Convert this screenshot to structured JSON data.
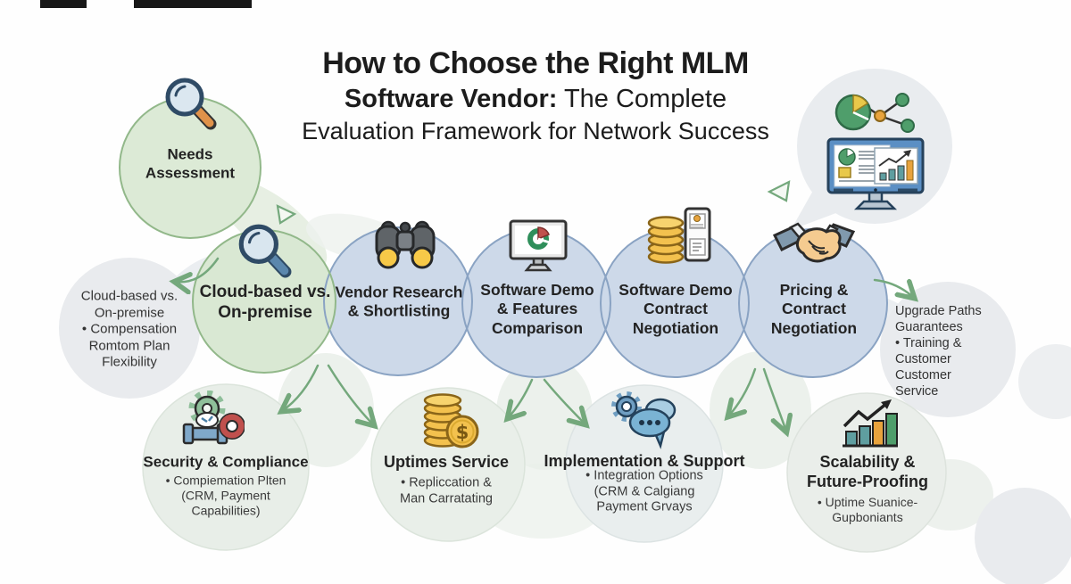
{
  "title": {
    "line1": "How to Choose the Right MLM",
    "line2_bold": "Software Vendor:",
    "line2_rest": " The Complete",
    "line3": "Evaluation Framework for Network Success"
  },
  "stages": {
    "needs": {
      "label": "Needs\nAssessment",
      "icon": "magnifying-glass"
    },
    "cloud": {
      "label": "Cloud-based vs.\nOn-premise",
      "icon": "magnifying-glass"
    },
    "vendor": {
      "label": "Vendor Research\n& Shortlisting",
      "icon": "binoculars"
    },
    "demo": {
      "label": "Software Demo\n& Features\nComparison",
      "icon": "monitor-donut-chart"
    },
    "contract": {
      "label": "Software Demo\nContract\nNegotiation",
      "icon": "coin-stack-phone"
    },
    "pricing": {
      "label": "Pricing &\nContract\nNegotiation",
      "icon": "handshake"
    }
  },
  "side_notes": {
    "left": {
      "text": "Cloud-based vs.\nOn-premise\n• Compensation\nRomtom Plan\nFlexibility"
    },
    "right": {
      "text": "Upgrade Paths\nGuarantees\n• Training &\nCustomer\nCustomer\nService"
    },
    "top_right_icon": "analytics-dashboard"
  },
  "criteria": {
    "security": {
      "title": "Security & Compliance",
      "detail": "• Compiemation Plten\n(CRM, Payment\nCapabilities)",
      "icon": "gears-tools"
    },
    "uptime": {
      "title": "Uptimes Service",
      "detail": "• Repliccation &\nMan Carratating",
      "icon": "coin-stack-dollar"
    },
    "implementation": {
      "title": "Implementation & Support",
      "detail": "• Integration Options\n(CRM & Calgiang\nPayment Grvays",
      "icon": "gear-chat-bubbles"
    },
    "scalability": {
      "title": "Scalability &\nFuture-Proofing",
      "detail": "• Uptime Suanice-\nGupboniants",
      "icon": "growth-bar-chart"
    }
  },
  "colors": {
    "green_fill": "#dcead6",
    "green_stroke": "#92b88a",
    "blue_fill": "#cdd9e9",
    "blue_stroke": "#8aa3c3",
    "gray_fill": "#e9ebee",
    "mint_fill": "#e8eee8",
    "arrow": "#74a87c",
    "title_text": "#1c1c1c"
  }
}
